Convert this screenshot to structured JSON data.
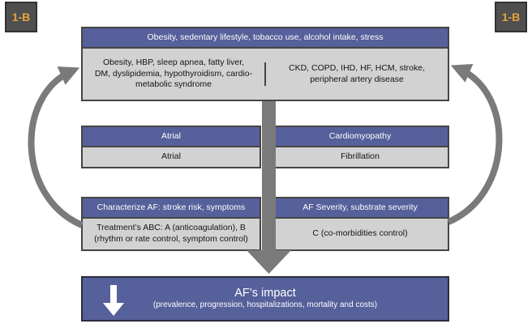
{
  "badge_label": "1-B",
  "risk_factors": {
    "header": "Obesity, sedentary lifestyle, tobacco use, alcohol intake, stress",
    "metabolic_box": "Obesity, HBP, sleep apnea, fatty liver, DM, dyslipidemia, hypothyroidism, cardio-metabolic syndrome",
    "comorbidity_box": "CKD, COPD, IHD, HF, HCM, stroke, peripheral artery disease"
  },
  "af": {
    "left_header": "Atrial",
    "left_body": "Atrial",
    "right_header": "Cardiomyopathy",
    "right_body": "Fibrillation"
  },
  "management": {
    "left_header": "Characterize AF: stroke risk, symptoms",
    "left_body": "Treatment’s ABC: A (anticoagulation), B (rhythm or rate control, symptom control)",
    "right_header": "AF Severity, substrate severity",
    "right_body": "C (co-morbidities control)"
  },
  "impact": {
    "title": "AF’s impact",
    "subtitle": "(prevalence, progression, hospitalizations, mortality and costs)"
  },
  "icons": {
    "central_arrow": "down-arrow",
    "left_arrow": "curved-up-arrow",
    "right_arrow": "curved-up-arrow",
    "impact_arrow": "down-arrow"
  },
  "colors": {
    "header_blue": "#56609a",
    "box_gray": "#d2d2d2",
    "border_dark": "#454545",
    "arrow_gray": "#7a7a7a",
    "badge_bg": "#4f4f4f",
    "badge_text": "#e8a23a"
  }
}
